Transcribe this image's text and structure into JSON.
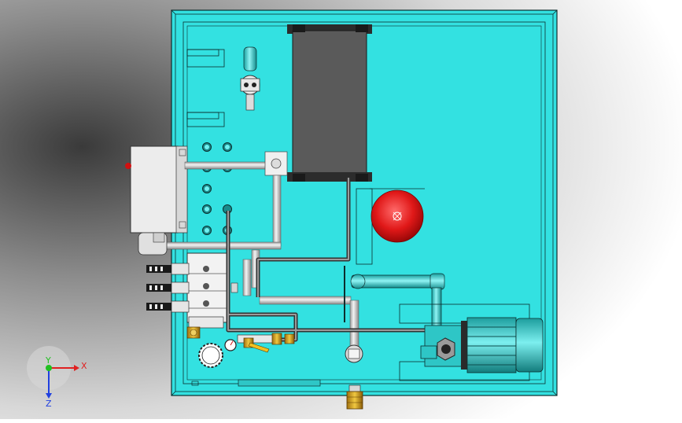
{
  "triad": {
    "x_label": "X",
    "y_label": "Y",
    "z_label": "Z",
    "x_color": "#e02020",
    "y_color": "#20c020",
    "z_color": "#2040e0"
  },
  "colors": {
    "tank": "#33e1e1",
    "tank_edge": "#0c2e2e",
    "pipe_light": "#dcdcdc",
    "pipe_cyan": "#40d8d8",
    "cooler_body": "#5a5a5a",
    "accumulator": "#e01818",
    "motor_body": "#2ec6c6",
    "brass": "#d8a820",
    "background": "#ffffff"
  }
}
